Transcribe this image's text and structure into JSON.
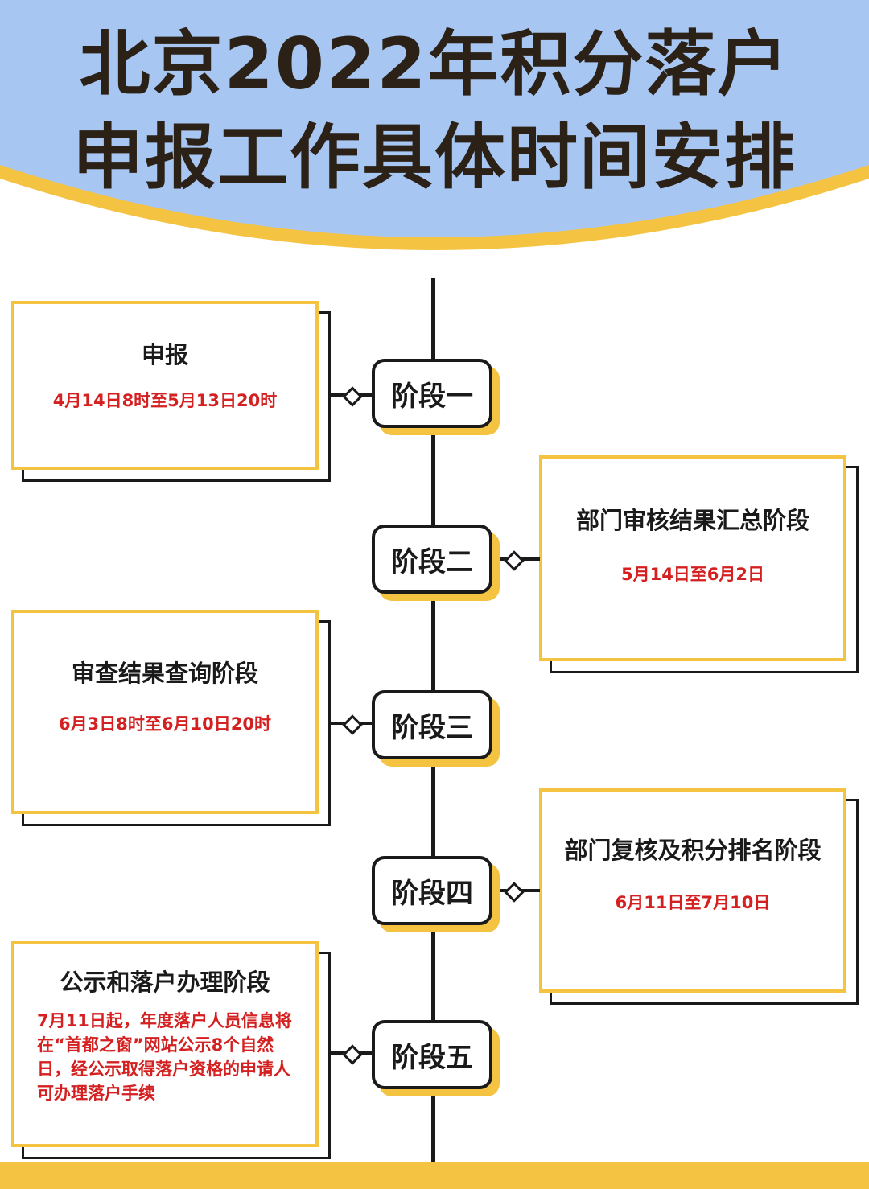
{
  "title": {
    "line1": "北京2022年积分落户",
    "line2": "申报工作具体时间安排"
  },
  "stages": [
    {
      "label": "阶段一",
      "card_title": "申报",
      "card_date": "4月14日8时至5月13日20时"
    },
    {
      "label": "阶段二",
      "card_title": "部门审核结果汇总阶段",
      "card_date": "5月14日至6月2日"
    },
    {
      "label": "阶段三",
      "card_title": "审查结果查询阶段",
      "card_date": "6月3日8时至6月10日20时"
    },
    {
      "label": "阶段四",
      "card_title": "部门复核及积分排名阶段",
      "card_date": "6月11日至7月10日"
    },
    {
      "label": "阶段五",
      "card_title": "公示和落户办理阶段",
      "card_desc": "7月11日起，年度落户人员信息将在“首都之窗”网站公示8个自然日，经公示取得落户资格的申请人可办理落户手续"
    }
  ],
  "colors": {
    "header_blue": "#a7c6f2",
    "accent_yellow": "#f5c342",
    "date_red": "#d42020",
    "ink": "#1a1a1a"
  }
}
